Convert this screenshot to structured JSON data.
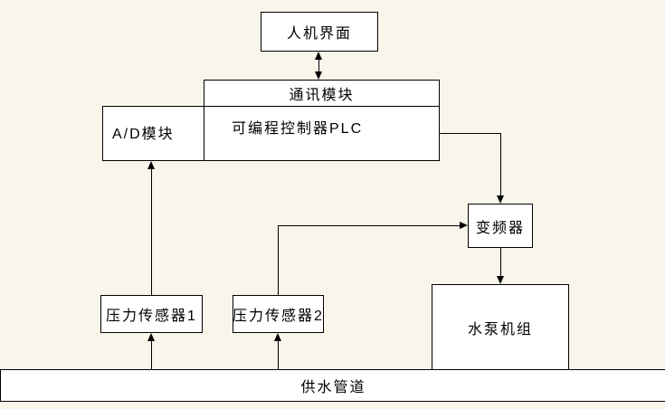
{
  "diagram": {
    "description": "Block diagram of a constant-pressure water supply control system",
    "nodes": {
      "hmi": {
        "label": "人机界面"
      },
      "comm": {
        "label": "通讯模块"
      },
      "ad": {
        "label": "A/D模块"
      },
      "plc": {
        "label": "可编程控制器PLC"
      },
      "vfd": {
        "label": "变频器"
      },
      "pump": {
        "label": "水泵机组"
      },
      "sensor1": {
        "label": "压力传感器1"
      },
      "sensor2": {
        "label": "压力传感器2"
      },
      "pipe": {
        "label": "供水管道"
      }
    },
    "edges": [
      {
        "from": "hmi",
        "to": "comm",
        "direction": "bidirectional"
      },
      {
        "from": "plc",
        "to": "vfd",
        "direction": "one-way"
      },
      {
        "from": "sensor2",
        "to": "vfd",
        "direction": "one-way"
      },
      {
        "from": "vfd",
        "to": "pump",
        "direction": "one-way"
      },
      {
        "from": "sensor1",
        "to": "ad",
        "direction": "one-way"
      },
      {
        "from": "pipe",
        "to": "sensor1",
        "direction": "one-way"
      },
      {
        "from": "pipe",
        "to": "sensor2",
        "direction": "one-way"
      }
    ],
    "colors": {
      "background": "#f9f5eb",
      "box_fill": "#ffffff",
      "line": "#000000",
      "text": "#000000"
    }
  }
}
